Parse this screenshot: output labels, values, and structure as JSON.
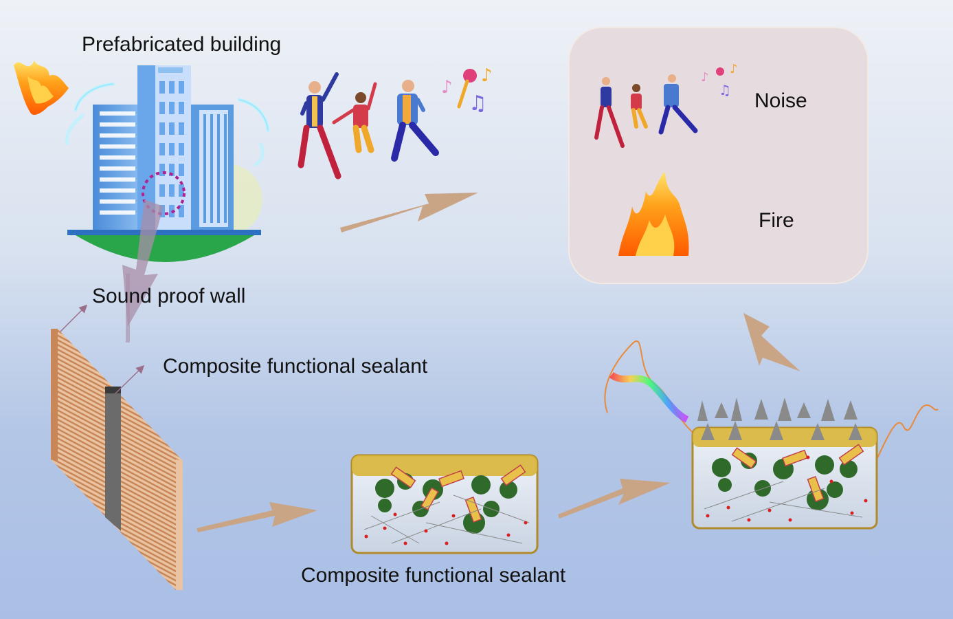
{
  "labels": {
    "prefabricated_building": "Prefabricated building",
    "sound_proof_wall": "Sound proof wall",
    "composite_sealant_upper": "Composite functional sealant",
    "composite_sealant_lower": "Composite functional sealant",
    "noise": "Noise",
    "fire": "Fire"
  },
  "colors": {
    "arrow": "#c9a586",
    "panel_bg": "#e6dcdf",
    "building_blue": "#5b9be0",
    "ground_green": "#2aa64a",
    "sealant_gold": "#d9b53a",
    "wall_stripe": "#d29a6d"
  },
  "icons": [
    "fire-icon",
    "air-flow-icon",
    "people-dancing-icon",
    "music-notes-icon",
    "microphone-icon",
    "sound-wave-icon",
    "sealant-block-icon"
  ]
}
